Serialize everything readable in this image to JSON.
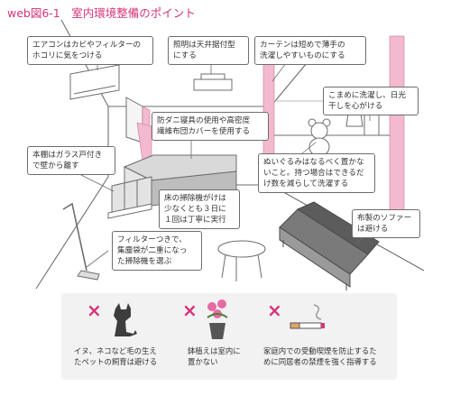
{
  "title": "web図6-1　室内環境整備のポイント",
  "colors": {
    "accent": "#d6337a",
    "curtain": "#f3b9cf",
    "line": "#6d6d6d",
    "panel": "#f2f2f2"
  },
  "labels": {
    "aircon": [
      "エアコンはカビやフィルターの",
      "ホコリに気をつける"
    ],
    "lighting": [
      "照明は天井据付型",
      "にする"
    ],
    "curtain": [
      "カーテンは短めで薄手の",
      "洗濯しやすいものにする"
    ],
    "laundry": [
      "こまめに洗濯し、日光",
      "干しを心がける"
    ],
    "bedding": [
      "防ダニ寝具の使用や高密度",
      "繊維布団カバーを使用する"
    ],
    "shelf": [
      "本棚はガラス戸付き",
      "で壁から離す"
    ],
    "stuffed": [
      "ぬいぐるみはなるべく置かな",
      "いこと。持つ場合はできるだ",
      "け数を減らして洗濯する"
    ],
    "floor": [
      "床の掃除機がけは",
      "少なくとも３日に",
      "１回は丁寧に実行"
    ],
    "sofa": [
      "布製のソファー",
      "は避ける"
    ],
    "vacuum": [
      "フィルターつきで、",
      "集塵袋が二重になっ",
      "た掃除機を選ぶ"
    ]
  },
  "warnings": [
    {
      "mark": "×",
      "icon": "pet-icon",
      "text": [
        "イヌ、ネコなど毛の生え",
        "たペットの飼育は避ける"
      ]
    },
    {
      "mark": "×",
      "icon": "plant-icon",
      "text": [
        "鉢植えは室内に",
        "置かない"
      ]
    },
    {
      "mark": "×",
      "icon": "cigarette-icon",
      "text": [
        "家庭内での受動喫煙を防止するた",
        "めに同居者の禁煙を強く指導する"
      ]
    }
  ]
}
